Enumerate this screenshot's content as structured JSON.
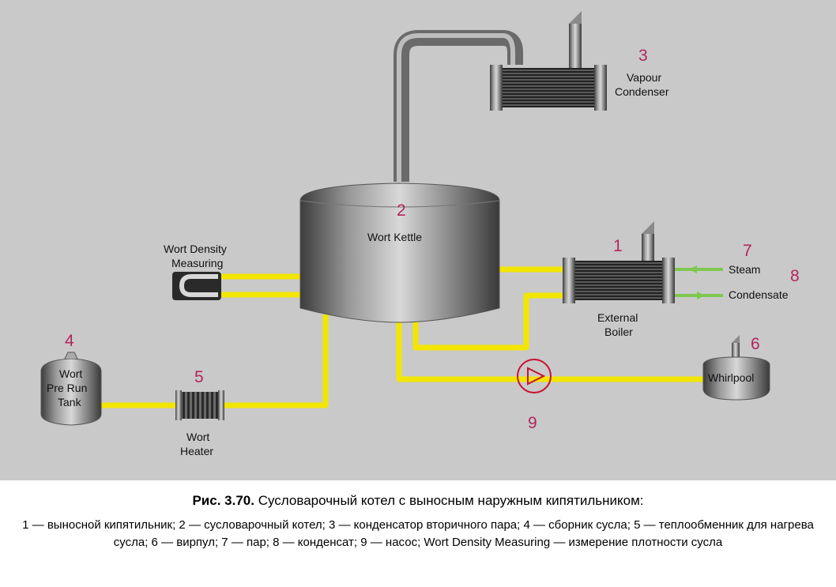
{
  "diagram": {
    "vapour_condenser": {
      "num": "3",
      "line1": "Vapour",
      "line2": "Condenser"
    },
    "wort_kettle": {
      "num": "2",
      "label": "Wort Kettle"
    },
    "wort_density": {
      "line1": "Wort Density",
      "line2": "Measuring"
    },
    "external_boiler": {
      "num": "1",
      "line1": "External",
      "line2": "Boiler"
    },
    "steam": {
      "num": "7",
      "label": "Steam"
    },
    "condensate": {
      "num": "8",
      "label": "Condensate"
    },
    "pre_run_tank": {
      "num": "4",
      "line1": "Wort",
      "line2": "Pre Run",
      "line3": "Tank"
    },
    "wort_heater": {
      "num": "5",
      "line1": "Wort",
      "line2": "Heater"
    },
    "whirlpool": {
      "num": "6",
      "label": "Whirlpool"
    },
    "pump": {
      "num": "9"
    }
  },
  "caption": {
    "fig_number": "Рис. 3.70.",
    "title": "Сусловарочный котел с выносным наружным кипятильником:",
    "legend": "1 — выносной кипятильник; 2 — сусловарочный котел; 3 — конденсатор вторичного пара; 4 — сборник сусла; 5 — теплообменник для нагрева сусла; 6 — вирпул; 7 — пар; 8 — конденсат; 9 — насос; Wort Density Measuring — измерение плотности сусла"
  },
  "colors": {
    "background": "#c9c9c9",
    "pipe_yellow": "#f2e600",
    "pipe_green": "#7ec850",
    "number_label": "#b0265e",
    "pump_red": "#c8102e"
  }
}
